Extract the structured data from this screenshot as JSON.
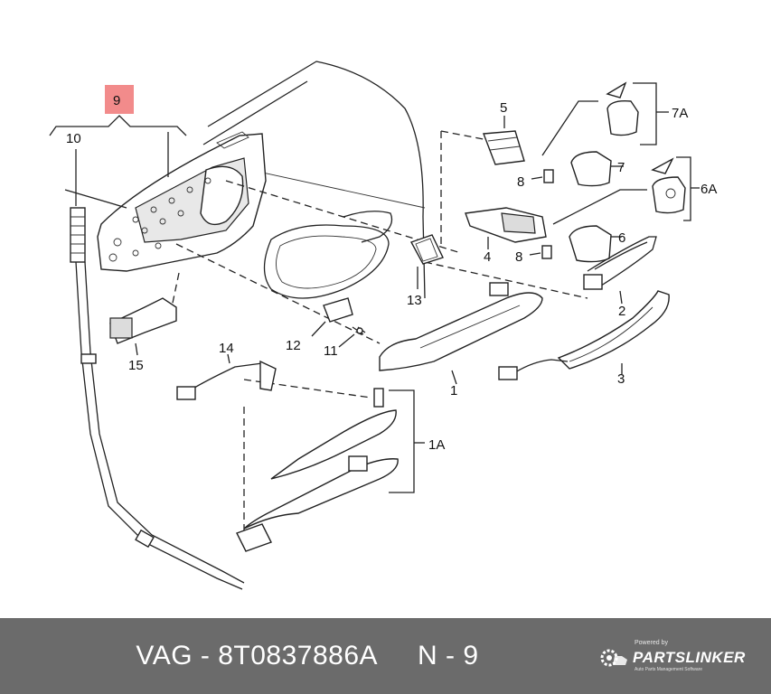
{
  "callouts": {
    "c9": "9",
    "c10": "10",
    "c5": "5",
    "c7A": "7A",
    "c7": "7",
    "c8a": "8",
    "c6A": "6A",
    "c4": "4",
    "c6": "6",
    "c8b": "8",
    "c2": "2",
    "c13": "13",
    "c12": "12",
    "c11": "11",
    "c15": "15",
    "c14": "14",
    "c1": "1",
    "c3": "3",
    "c1A": "1A"
  },
  "colors": {
    "highlight": "#f28b8b",
    "footer_bg": "#6b6b6b",
    "footer_text": "#ffffff"
  },
  "footer": {
    "brand": "VAG",
    "part_number": "8T0837886A",
    "position": "N - 9"
  },
  "brand": {
    "powered": "Powered by",
    "name": "PARTSLINKER",
    "tagline": "Auto Parts Management Software",
    "icon": "gear-car-logo-icon"
  }
}
